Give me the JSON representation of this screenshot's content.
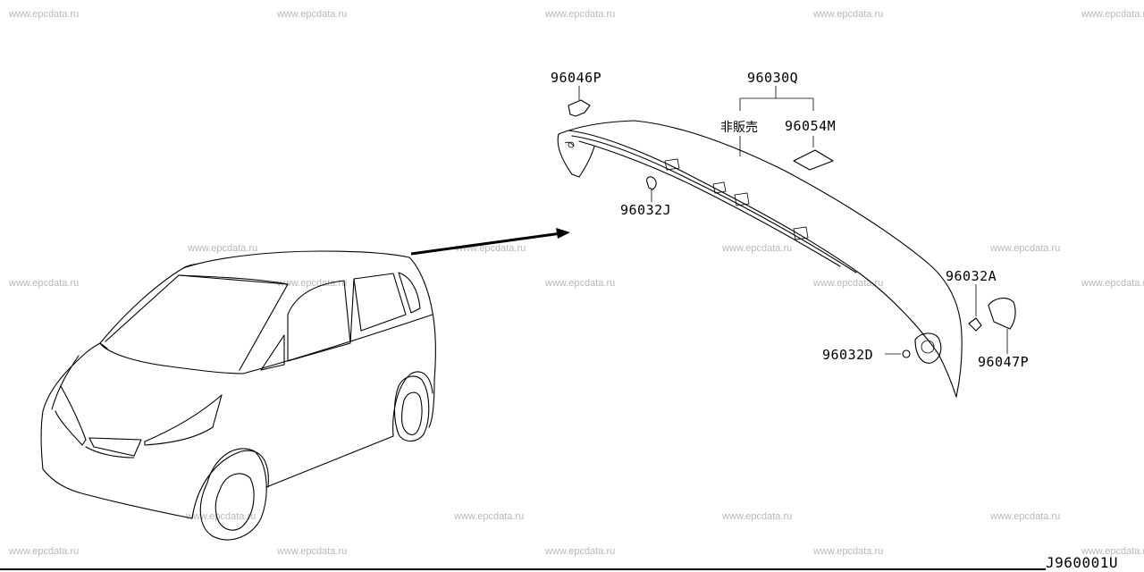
{
  "watermark": "www.epcdata.ru",
  "diagram_code": "J960001U",
  "parts": {
    "p96046P": "96046P",
    "p96030Q": "96030Q",
    "p_not_sold": "非販売",
    "p96054M": "96054M",
    "p96032J": "96032J",
    "p96032A": "96032A",
    "p96032D": "96032D",
    "p96047P": "96047P"
  }
}
